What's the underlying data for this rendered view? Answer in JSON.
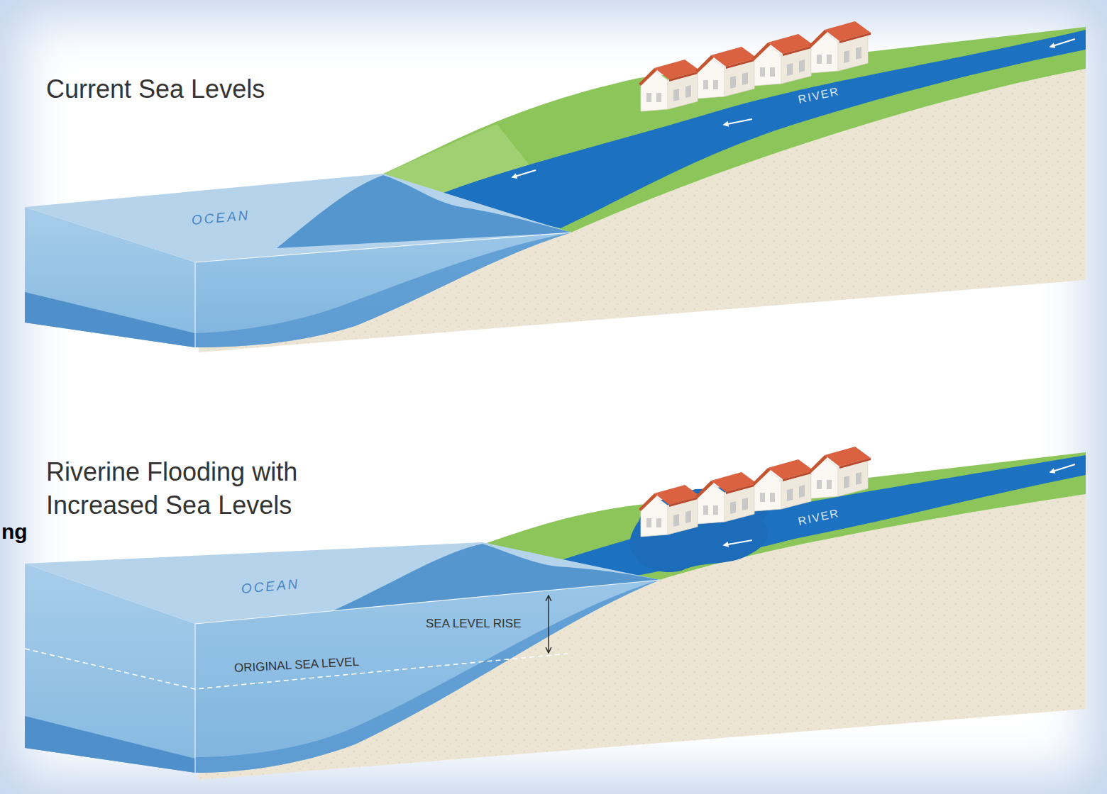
{
  "diagram": {
    "labels": [
      "Current Sea Levels",
      "OCEAN",
      "RIVER",
      "ng",
      "Riverine Flooding with Increased Sea Levels",
      "OCEAN",
      "RIVER",
      "SEA LEVEL RISE",
      "ORIGINAL SEA LEVEL"
    ]
  }
}
